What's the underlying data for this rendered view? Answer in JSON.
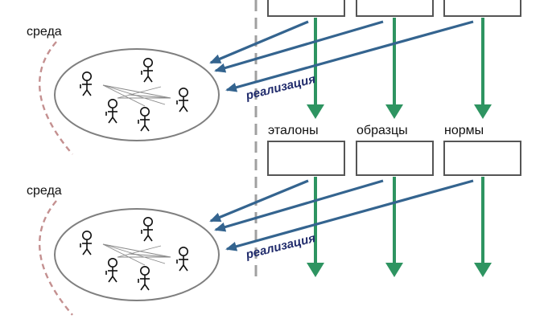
{
  "environment_label": "среда",
  "realization_label": "реализация",
  "columns": [
    {
      "label": ""
    },
    {
      "label": ""
    },
    {
      "label": ""
    }
  ],
  "middle_columns": [
    {
      "label": "эталоны"
    },
    {
      "label": "образцы"
    },
    {
      "label": "нормы"
    }
  ],
  "colors": {
    "green_arrow": "#2e9461",
    "blue_arrow": "#34648f",
    "ellipse_stroke": "#7f7f7f",
    "env_arc": "#c49090",
    "box_stroke": "#555555",
    "divider": "#a0a0a0"
  }
}
